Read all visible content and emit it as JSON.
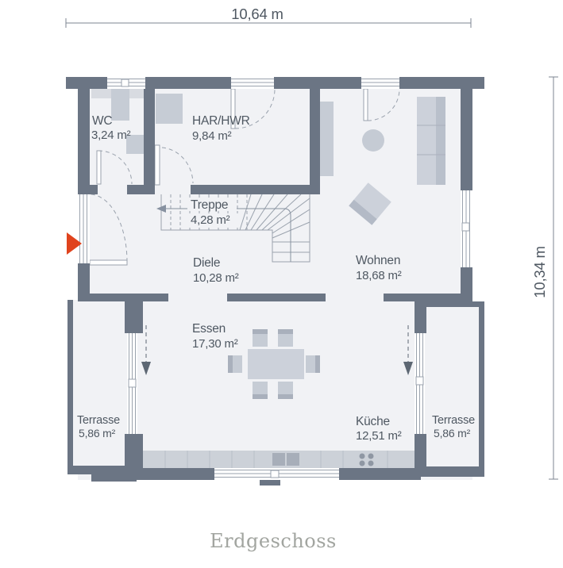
{
  "title": "Erdgeschoss",
  "dimensions": {
    "width_label": "10,64 m",
    "height_label": "10,34 m"
  },
  "rooms": {
    "wc": {
      "name": "WC",
      "area": "3,24 m²"
    },
    "har": {
      "name": "HAR/HWR",
      "area": "9,84 m²"
    },
    "treppe": {
      "name": "Treppe",
      "area": "4,28 m²"
    },
    "diele": {
      "name": "Diele",
      "area": "10,28 m²"
    },
    "wohnen": {
      "name": "Wohnen",
      "area": "18,68 m²"
    },
    "essen": {
      "name": "Essen",
      "area": "17,30 m²"
    },
    "kueche": {
      "name": "Küche",
      "area": "12,51 m²"
    },
    "terrasse_left": {
      "name": "Terrasse",
      "area": "5,86 m²"
    },
    "terrasse_right": {
      "name": "Terrasse",
      "area": "5,86 m²"
    }
  },
  "colors": {
    "wall": "#6b7584",
    "floor": "#f1f2f5",
    "furniture": "#cdd2da",
    "accent_red": "#e0431d",
    "text": "#4f5862",
    "title": "#a2a5a0"
  }
}
